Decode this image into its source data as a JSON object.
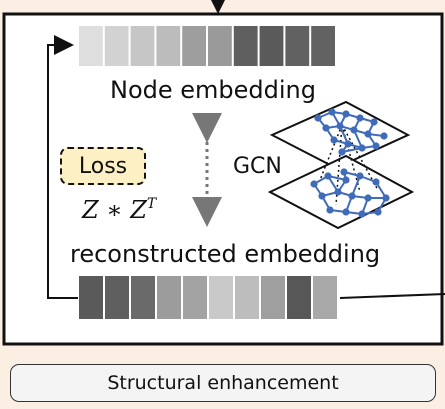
{
  "diagram": {
    "node_embedding_label": "Node embedding",
    "reconstructed_embedding_label": "reconstructed embedding",
    "gcn_label": "GCN",
    "loss_label": "Loss",
    "formula": {
      "base": "Z ∗ Z",
      "superscript": "T"
    },
    "caption": "Structural enhancement",
    "colors": {
      "background": "#fbeee3",
      "panel": "#ffffff",
      "loss_fill": "#fdf0c4",
      "node_fill": "#3f6bb8",
      "caption_fill": "#f4f4f4"
    },
    "node_embedding_cells": [
      "#dedede",
      "#d2d2d2",
      "#c6c6c6",
      "#bcbcbc",
      "#9e9e9e",
      "#9a9a9a",
      "#5f5f5f",
      "#5a5a5a",
      "#616161",
      "#626262"
    ],
    "reconstructed_embedding_cells": [
      "#5a5a5a",
      "#5f5f5f",
      "#6a6a6a",
      "#9c9c9c",
      "#a3a3a3",
      "#c9c9c9",
      "#bdbdbd",
      "#9f9f9f",
      "#575757",
      "#a8a8a8"
    ]
  }
}
